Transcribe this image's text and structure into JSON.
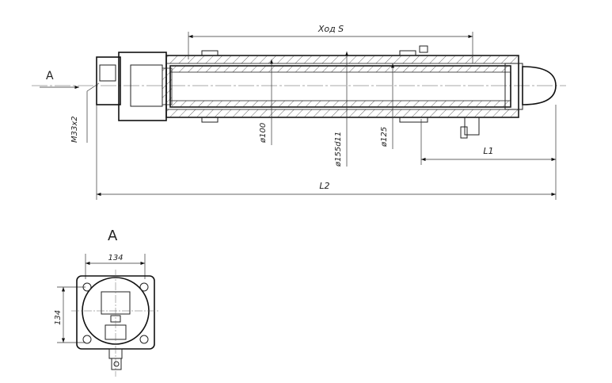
{
  "drawing": {
    "stroke_label": "Ход S",
    "view_arrow_label": "A",
    "thread_label": "M33x2",
    "dia_rod": "ø100",
    "dia_body": "ø155d11",
    "dia_tube": "ø125",
    "l1_label": "L1",
    "l2_label": "L2"
  },
  "view_a": {
    "title": "A",
    "width_label": "134",
    "height_label": "134"
  },
  "colors": {
    "line": "#222222",
    "background": "#ffffff"
  }
}
